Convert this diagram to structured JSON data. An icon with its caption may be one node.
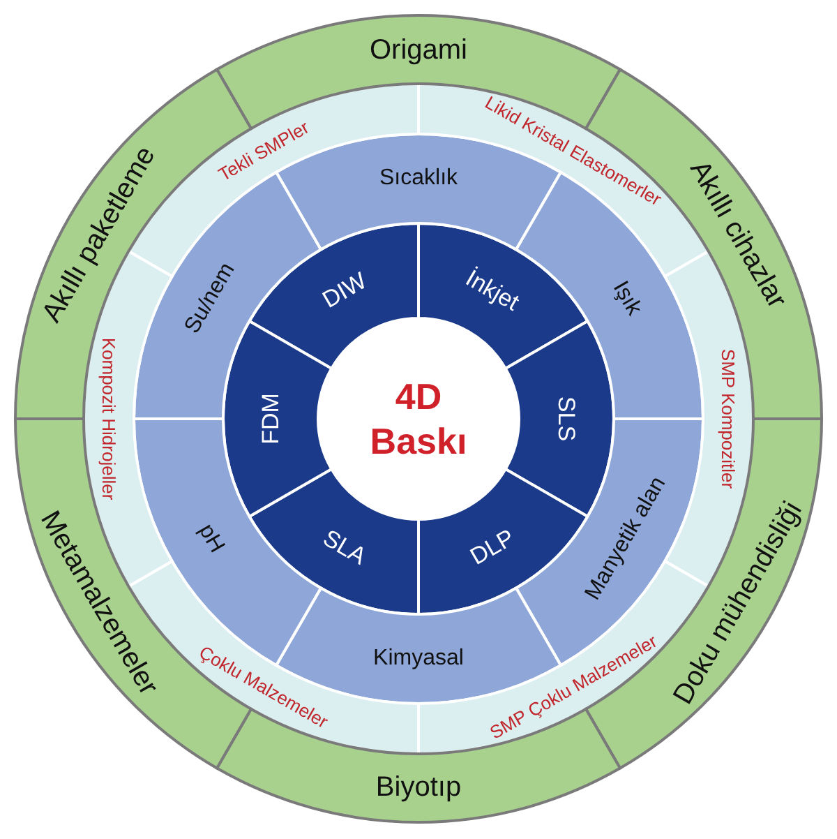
{
  "diagram": {
    "nodes": [
      {
        "text": [
          "4D Baskı"
        ]
      },
      {
        "text": [
          "DIW"
        ]
      },
      {
        "text": [
          "İnkjet"
        ]
      },
      {
        "text": [
          "SLS"
        ]
      },
      {
        "text": [
          "DLP"
        ]
      },
      {
        "text": [
          "SLA"
        ]
      },
      {
        "text": [
          "FDM"
        ]
      },
      {
        "text": [
          "Sıcaklık"
        ]
      },
      {
        "text": [
          "Işık"
        ]
      },
      {
        "text": [
          "Manyetik alan"
        ]
      },
      {
        "text": [
          "Kimyasal"
        ]
      },
      {
        "text": [
          "pH"
        ]
      },
      {
        "text": [
          "Su/nem"
        ]
      },
      {
        "text": [
          "Tekli SMPler"
        ]
      },
      {
        "text": [
          "Likid Kristal Elastomerler"
        ]
      },
      {
        "text": [
          "SMP Kompozitler"
        ]
      },
      {
        "text": [
          "SMP Çoklu Malzemeler"
        ]
      },
      {
        "text": [
          "Çoklu Malzemeler"
        ]
      },
      {
        "text": [
          "Kompozit Hidrojeller"
        ]
      },
      {
        "text": [
          "Origami"
        ]
      },
      {
        "text": [
          "Akıllı cihazlar"
        ]
      },
      {
        "text": [
          "Doku mühendisliği"
        ]
      },
      {
        "text": [
          "Biyotıp"
        ]
      },
      {
        "text": [
          "Metamalzemeler"
        ]
      },
      {
        "text": [
          "Akıllı paketleme"
        ]
      }
    ]
  }
}
